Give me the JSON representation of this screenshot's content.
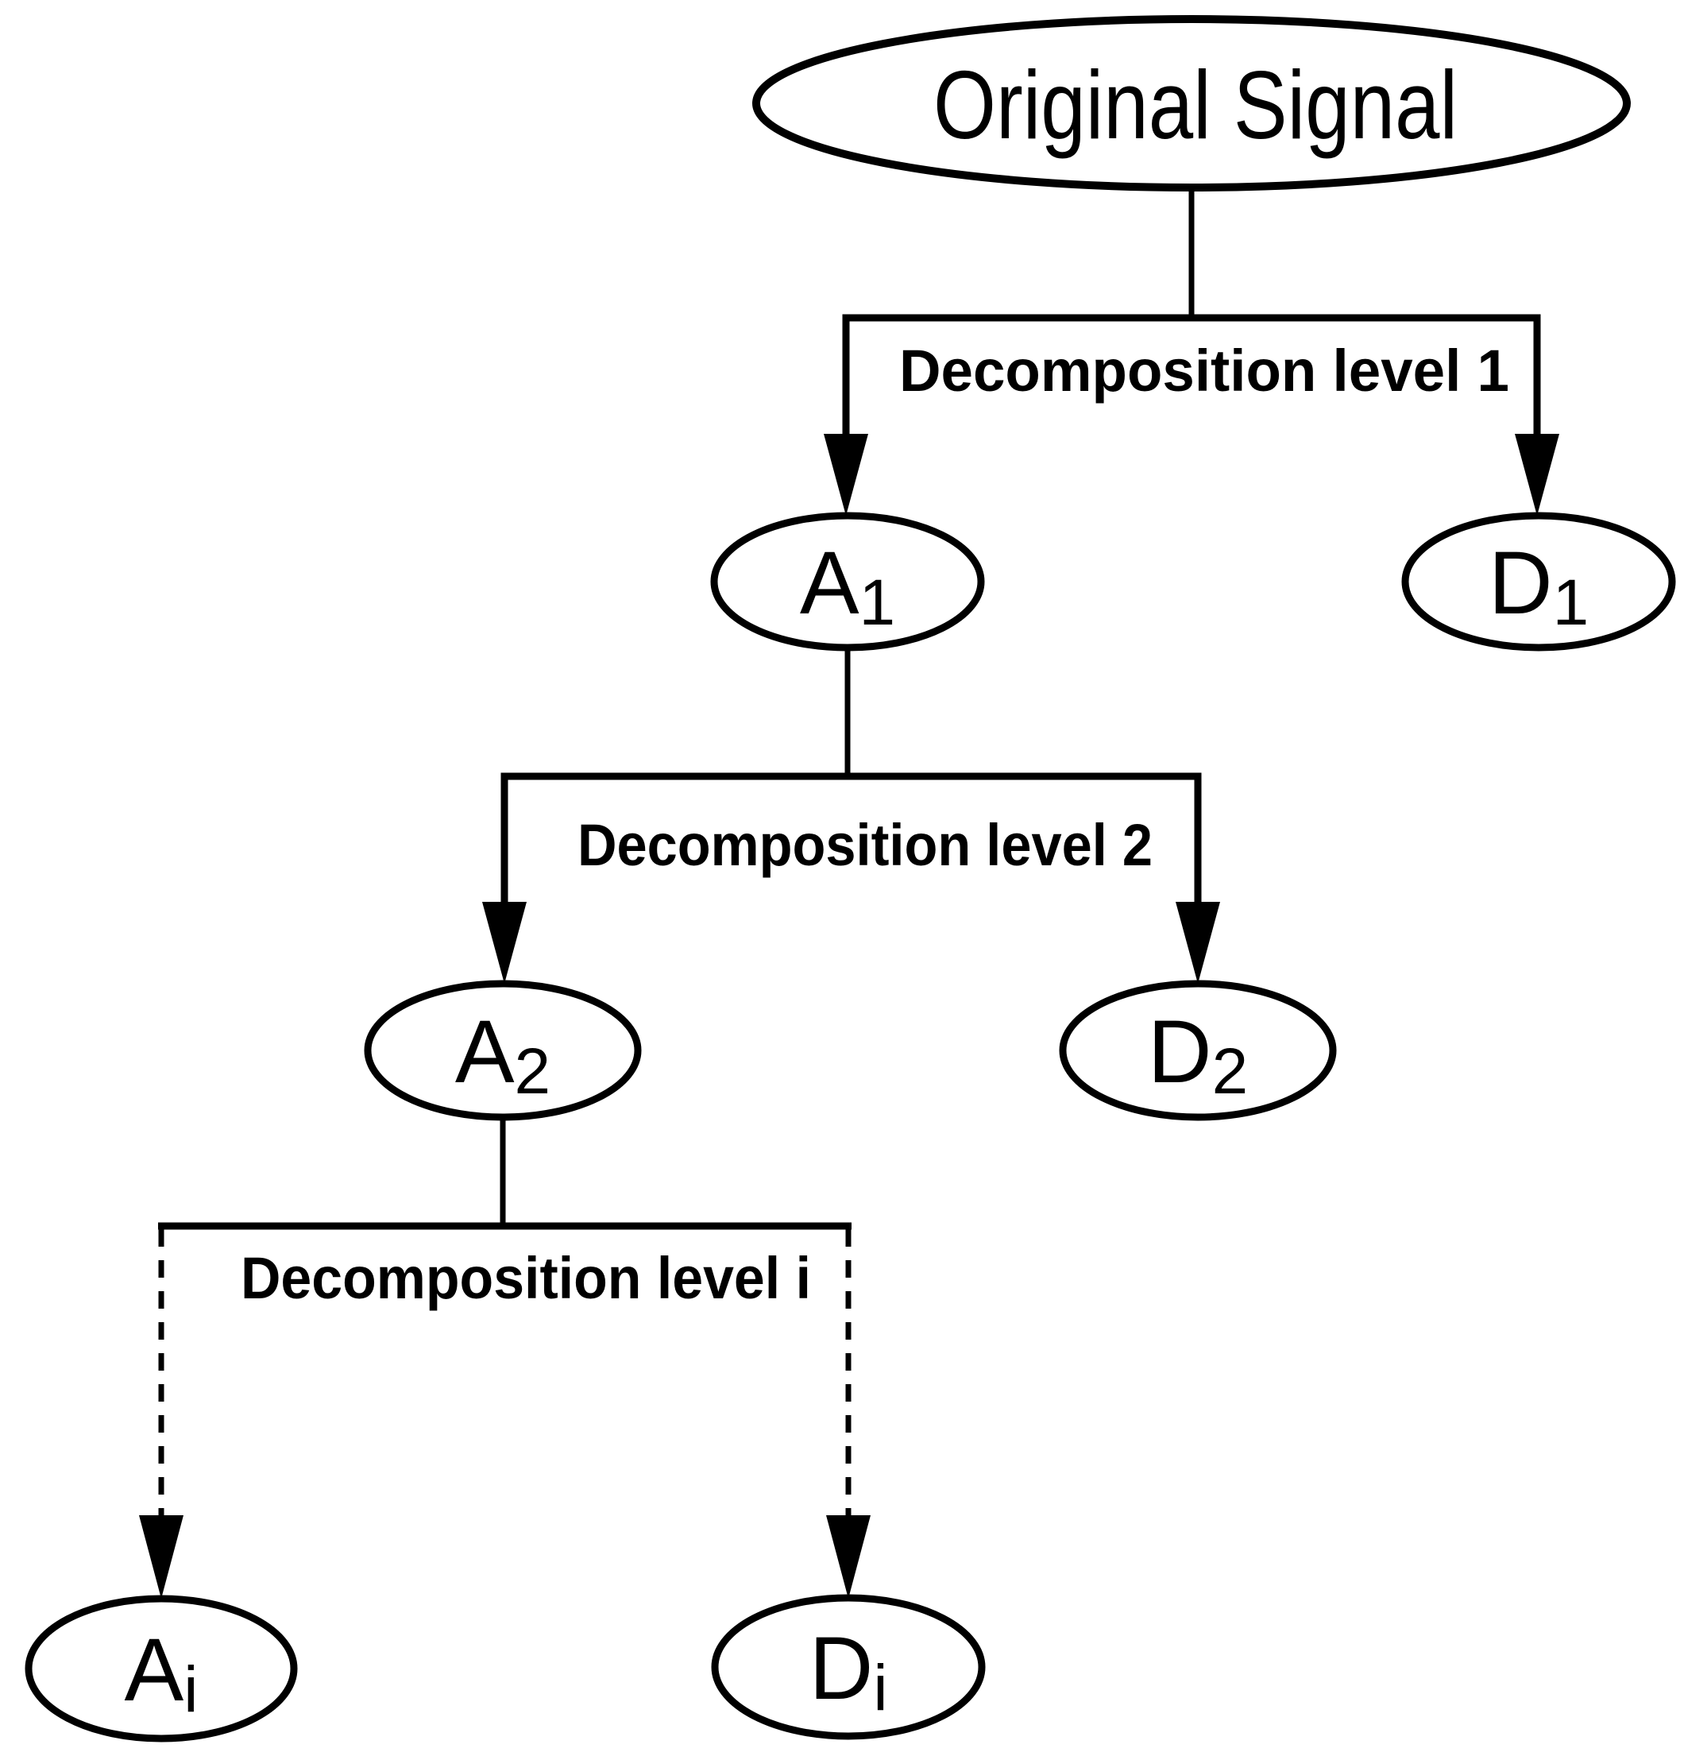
{
  "root": {
    "label": "Original Signal"
  },
  "levels": {
    "level1": {
      "label": "Decomposition level 1"
    },
    "level2": {
      "label": "Decomposition level 2"
    },
    "leveli": {
      "label": "Decomposition level i"
    }
  },
  "nodes": {
    "a1": {
      "base": "A",
      "sub": "1"
    },
    "d1": {
      "base": "D",
      "sub": "1"
    },
    "a2": {
      "base": "A",
      "sub": "2"
    },
    "d2": {
      "base": "D",
      "sub": "2"
    },
    "ai": {
      "base": "A",
      "sub": "i"
    },
    "di": {
      "base": "D",
      "sub": "i"
    }
  },
  "colors": {
    "line": "#000000",
    "background": "#ffffff"
  }
}
